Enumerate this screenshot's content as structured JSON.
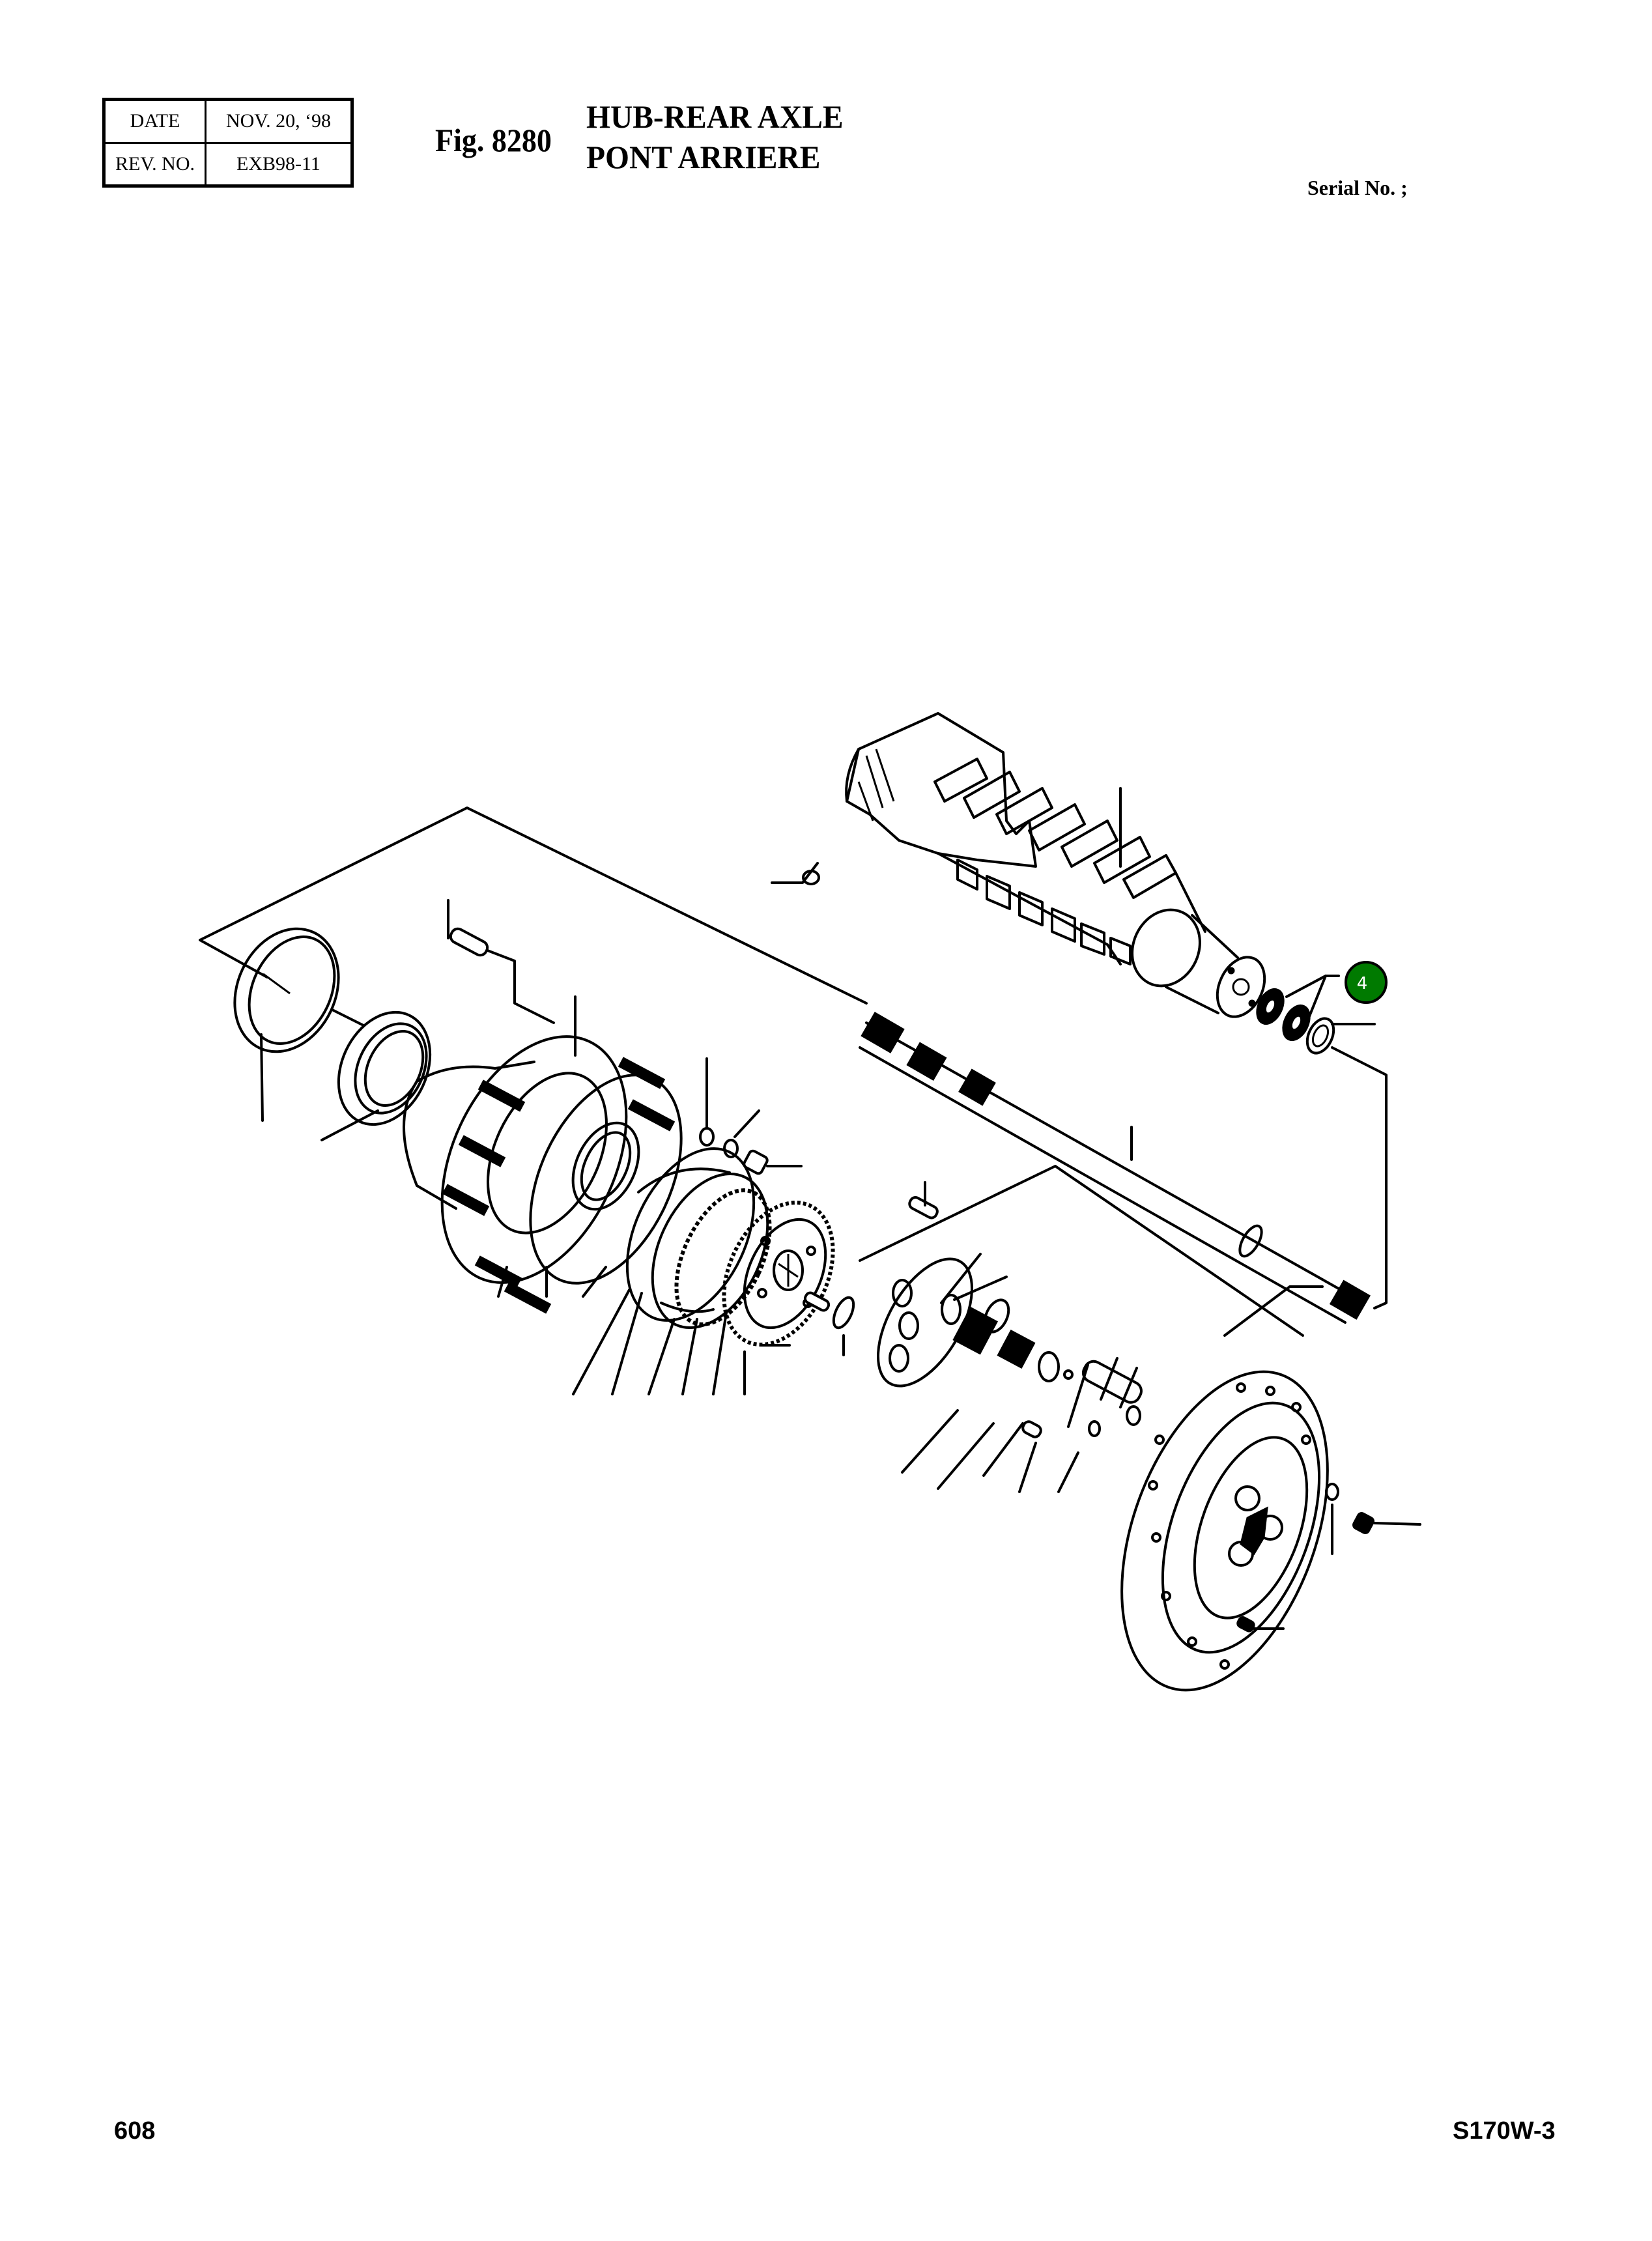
{
  "header": {
    "revision_table": {
      "date_label": "DATE",
      "date_value": "NOV. 20, ‘98",
      "rev_label": "REV. NO.",
      "rev_value": "EXB98-11"
    },
    "figure_label": "Fig. 8280",
    "title_en": "HUB-REAR AXLE",
    "title_fr": "PONT ARRIERE",
    "serial_label": "Serial No. ;"
  },
  "diagram": {
    "description": "Exploded parts view of rear axle hub assembly",
    "callouts": [
      {
        "number": "4",
        "color": "#007a00",
        "text_color": "#ffffff"
      }
    ]
  },
  "footer": {
    "page_number": "608",
    "model": "S170W-3"
  }
}
